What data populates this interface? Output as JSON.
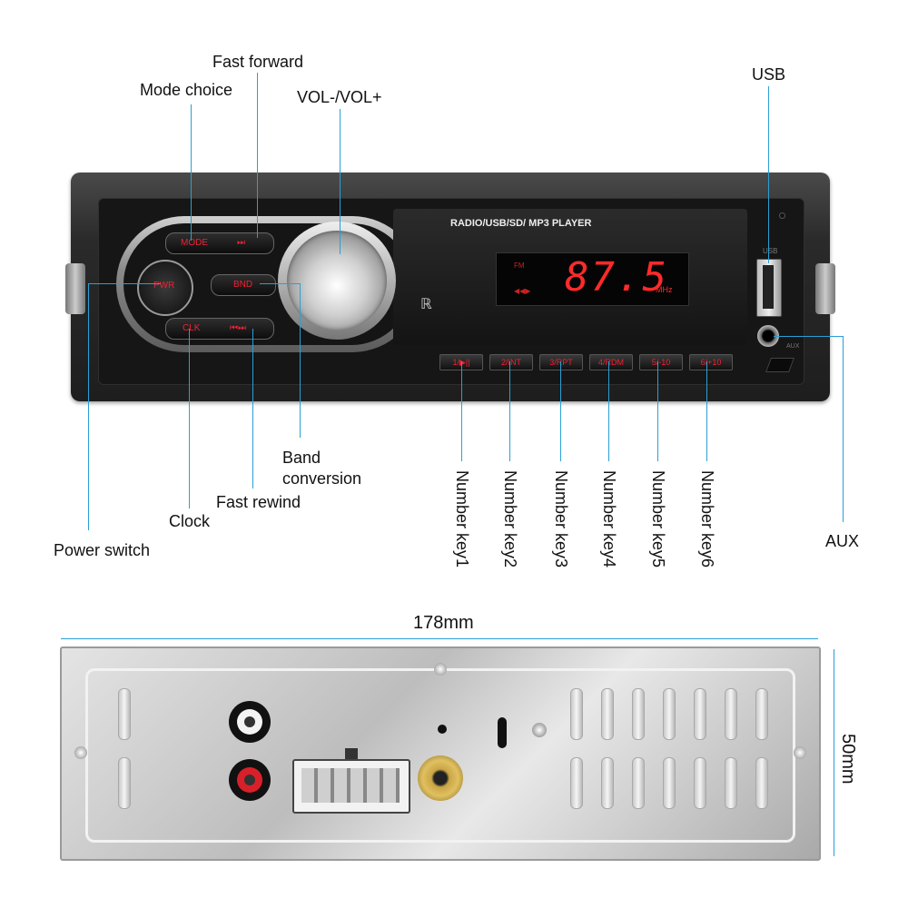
{
  "labels": {
    "fast_forward": "Fast forward",
    "mode_choice": "Mode choice",
    "vol": "VOL-/VOL+",
    "usb": "USB",
    "band_conversion_1": "Band",
    "band_conversion_2": "conversion",
    "fast_rewind": "Fast rewind",
    "clock": "Clock",
    "power_switch": "Power switch",
    "aux": "AUX",
    "number_keys": [
      "Number key1",
      "Number key2",
      "Number key3",
      "Number key4",
      "Number key5",
      "Number key6"
    ]
  },
  "radio": {
    "title": "RADIO/USB/SD/ MP3 PLAYER",
    "frequency": "87.5",
    "unit": "MHz",
    "indicator_top": "FM",
    "buttons": {
      "mode": "MODE",
      "pwr": "PWR",
      "bnd": "BND",
      "clk": "CLK",
      "ff_symbol": "⏭",
      "rw_symbol": "⏮⏭"
    },
    "keys": [
      "1/▶||",
      "2/INT",
      "3/RPT",
      "4/RDM",
      "5/-10",
      "6/+10"
    ],
    "usb_port_label": "USB",
    "aux_port_label": "AUX"
  },
  "dimensions": {
    "width": "178mm",
    "height": "50mm"
  },
  "colors": {
    "accent_line": "#2a9fd6",
    "display_red": "#ff2a2a",
    "body_dark": "#1b1b1b"
  }
}
